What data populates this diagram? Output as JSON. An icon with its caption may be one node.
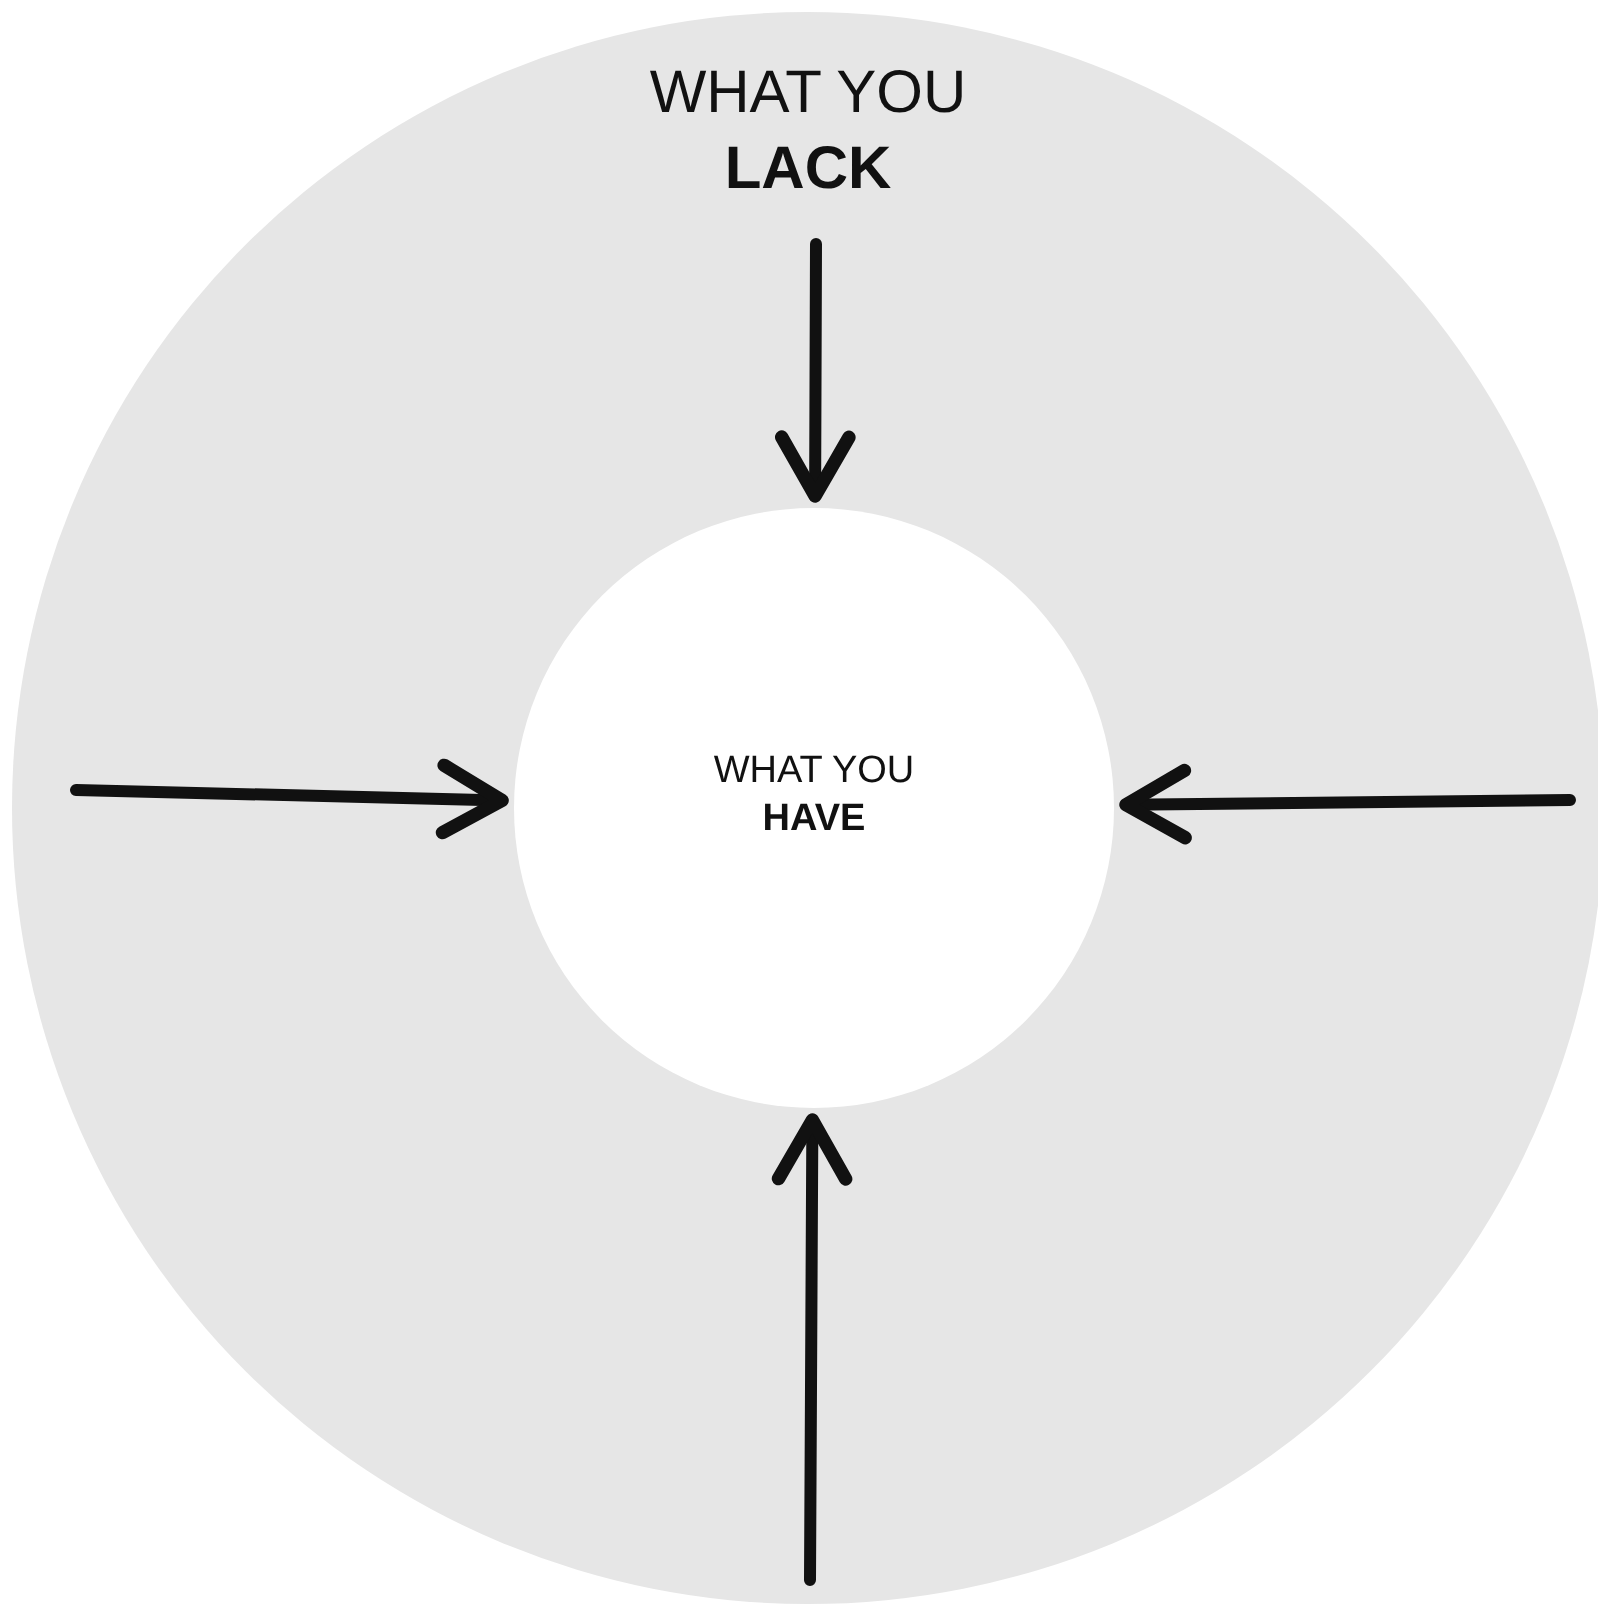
{
  "diagram": {
    "nodes": [
      {
        "text": [
          "WHAT YOU **LACK**"
        ]
      },
      {
        "text": [
          "WHAT YOU **HAVE**"
        ],
        "in": 0
      }
    ],
    "edges": [
      {
        "from": null,
        "to": 1,
        "arrow": "to"
      },
      {
        "from": null,
        "to": 1,
        "arrow": "to"
      },
      {
        "from": null,
        "to": 1,
        "arrow": "to"
      },
      {
        "from": null,
        "to": 1,
        "arrow": "to"
      }
    ]
  }
}
